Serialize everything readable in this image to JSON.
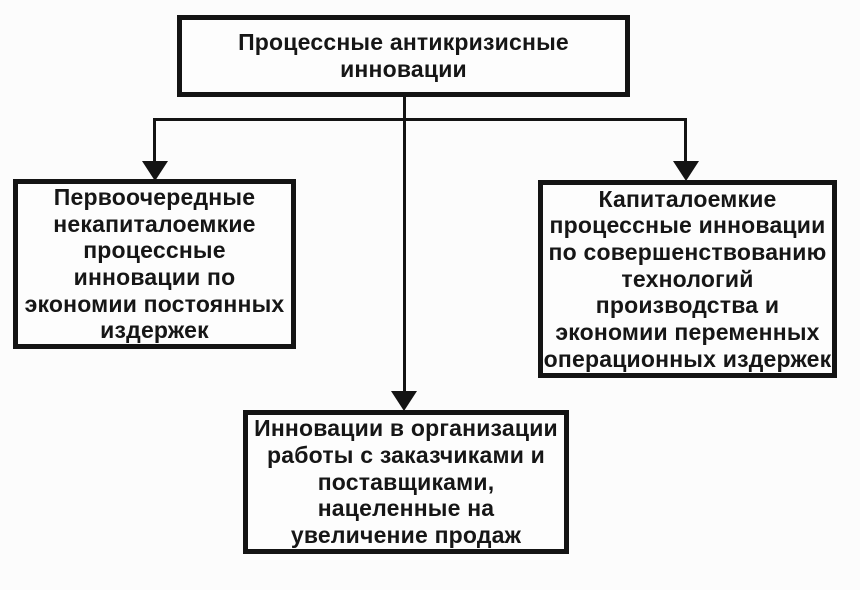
{
  "diagram": {
    "type": "flowchart",
    "background_color": "#fcfcfc",
    "line_color": "#141414",
    "node_fill_color": "#fdfdfd",
    "text_color": "#161616",
    "nodes": {
      "root": {
        "text": "Процессные антикризисные\nинновации"
      },
      "left": {
        "text": "Первоочередные\nнекапиталоемкие\nпроцессные\nинновации по\nэкономии постоянных\nиздержек"
      },
      "right": {
        "text": "Капиталоемкие\nпроцессные инновации\nпо совершенствованию\nтехнологий\nпроизводства и\nэкономии переменных\nоперационных издержек"
      },
      "bottom": {
        "text": "Инновации в организации\nработы с заказчиками и\nпоставщиками,\nнацеленные на\nувеличение продаж"
      }
    },
    "edges": [
      {
        "from": "root",
        "to": "left"
      },
      {
        "from": "root",
        "to": "right"
      },
      {
        "from": "root",
        "to": "bottom"
      }
    ]
  }
}
